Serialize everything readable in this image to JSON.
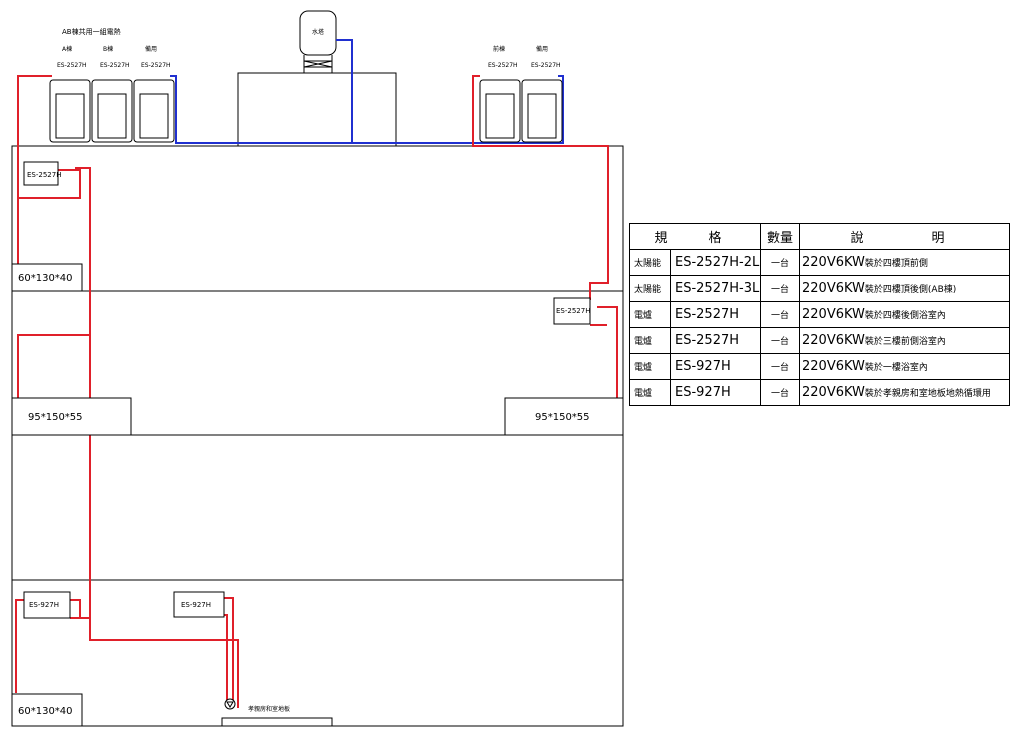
{
  "header": {
    "group_label": "AB棟共用一組電熱",
    "heater_labels": [
      "A棟",
      "B棟",
      "備用"
    ],
    "right_heater_labels": [
      "前棟",
      "備用"
    ],
    "unit_model": "ES-2527H",
    "tank_label": "水塔"
  },
  "floors": {
    "unit_top": "ES-2527H",
    "unit_mid": "ES-2527H",
    "unit_bottom_left": "ES-927H",
    "unit_bottom_right": "ES-927H",
    "tub_top": "60*130*40",
    "tub_mid_left": "95*150*55",
    "tub_mid_right": "95*150*55",
    "tub_bottom": "60*130*40",
    "floor_heating_label": "孝親房和室地板"
  },
  "table": {
    "headers": [
      "規　格",
      "數量",
      "說　　明"
    ],
    "rows": [
      {
        "category": "太陽能",
        "model": "ES-2527H-2L",
        "qty": "一台",
        "desc_main": "220V6KW",
        "desc_note": "裝於四樓頂前側"
      },
      {
        "category": "太陽能",
        "model": "ES-2527H-3L",
        "qty": "一台",
        "desc_main": "220V6KW",
        "desc_note": "裝於四樓頂後側(AB棟)"
      },
      {
        "category": "電爐",
        "model": "ES-2527H",
        "qty": "一台",
        "desc_main": "220V6KW",
        "desc_note": "裝於四樓後側浴室內"
      },
      {
        "category": "電爐",
        "model": "ES-2527H",
        "qty": "一台",
        "desc_main": "220V6KW",
        "desc_note": "裝於三樓前側浴室內"
      },
      {
        "category": "電爐",
        "model": "ES-927H",
        "qty": "一台",
        "desc_main": "220V6KW",
        "desc_note": "裝於一樓浴室內"
      },
      {
        "category": "電爐",
        "model": "ES-927H",
        "qty": "一台",
        "desc_main": "220V6KW",
        "desc_note": "裝於孝親房和室地板地熱循環用"
      }
    ]
  },
  "colors": {
    "hot_pipe": "#e0202a",
    "cold_pipe": "#2030d0",
    "line": "#000000"
  }
}
